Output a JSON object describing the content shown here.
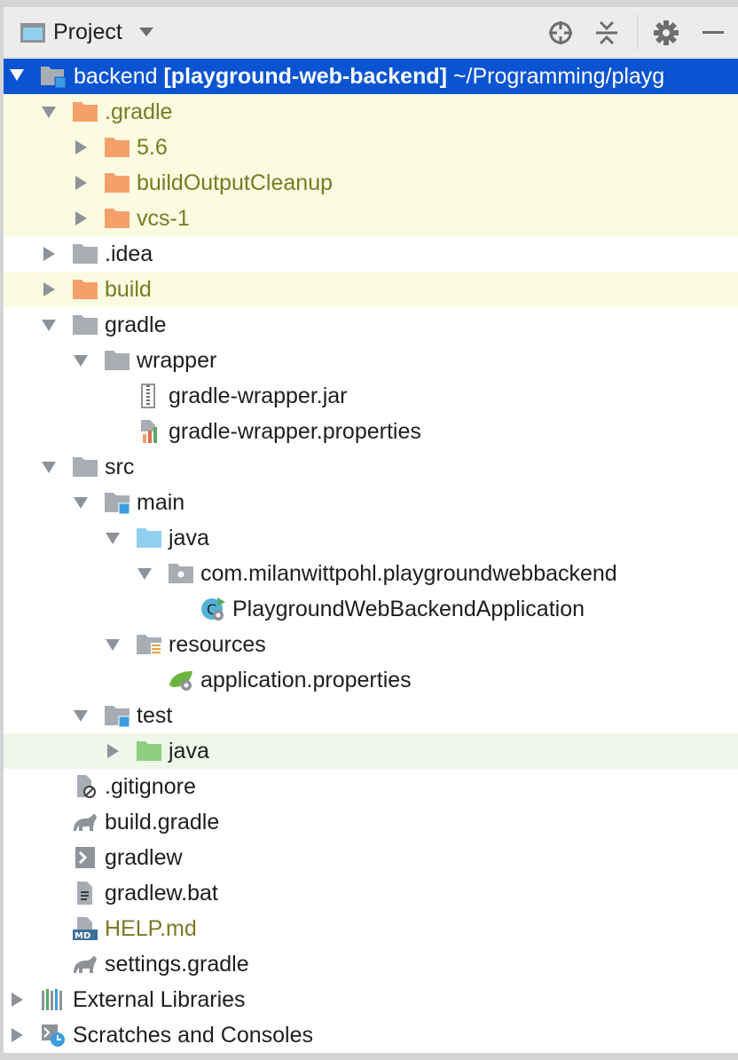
{
  "toolbar": {
    "title": "Project",
    "buttons": [
      "locate-icon",
      "collapse-all-icon",
      "gear-icon",
      "minimize-icon"
    ]
  },
  "tree": {
    "root": {
      "name": "backend",
      "module": "[playground-web-backend]",
      "path": "~/Programming/playg"
    },
    "items": [
      {
        "label": ".gradle"
      },
      {
        "label": "5.6"
      },
      {
        "label": "buildOutputCleanup"
      },
      {
        "label": "vcs-1"
      },
      {
        "label": ".idea"
      },
      {
        "label": "build"
      },
      {
        "label": "gradle"
      },
      {
        "label": "wrapper"
      },
      {
        "label": "gradle-wrapper.jar"
      },
      {
        "label": "gradle-wrapper.properties"
      },
      {
        "label": "src"
      },
      {
        "label": "main"
      },
      {
        "label": "java"
      },
      {
        "label": "com.milanwittpohl.playgroundwebbackend"
      },
      {
        "label": "PlaygroundWebBackendApplication"
      },
      {
        "label": "resources"
      },
      {
        "label": "application.properties"
      },
      {
        "label": "test"
      },
      {
        "label": "java"
      },
      {
        "label": ".gitignore"
      },
      {
        "label": "build.gradle"
      },
      {
        "label": "gradlew"
      },
      {
        "label": "gradlew.bat"
      },
      {
        "label": "HELP.md"
      },
      {
        "label": "settings.gradle"
      },
      {
        "label": "External Libraries"
      },
      {
        "label": "Scratches and Consoles"
      }
    ]
  },
  "colors": {
    "selection": "#0a54d2",
    "excluded_bg": "#fbfbe2",
    "test_bg": "#eff6ea",
    "excluded_text": "#7a7a24",
    "orange_folder": "#f4a06a",
    "grey_folder": "#a8adb3",
    "blue_folder": "#8fd0ee",
    "green_folder": "#8fcf7f"
  }
}
